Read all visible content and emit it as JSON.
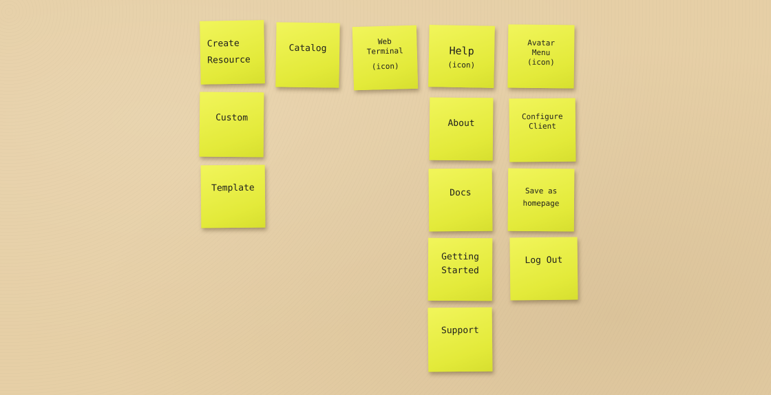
{
  "notes": {
    "create_resource": {
      "lines": [
        "Create",
        "Resource"
      ]
    },
    "custom": {
      "lines": [
        "Custom"
      ]
    },
    "template": {
      "lines": [
        "Template"
      ]
    },
    "catalog": {
      "lines": [
        "Catalog"
      ]
    },
    "web_terminal": {
      "lines": [
        "Web",
        "Terminal",
        "(icon)"
      ]
    },
    "help": {
      "lines": [
        "Help",
        "(icon)"
      ]
    },
    "about": {
      "lines": [
        "About"
      ]
    },
    "docs": {
      "lines": [
        "Docs"
      ]
    },
    "getting_started": {
      "lines": [
        "Getting",
        "Started"
      ]
    },
    "support": {
      "lines": [
        "Support"
      ]
    },
    "avatar_menu": {
      "lines": [
        "Avatar",
        "Menu",
        "(icon)"
      ]
    },
    "configure_client": {
      "lines": [
        "Configure",
        "Client"
      ]
    },
    "save_as_homepage": {
      "lines": [
        "Save as",
        "homepage"
      ]
    },
    "log_out": {
      "lines": [
        "Log Out"
      ]
    }
  }
}
